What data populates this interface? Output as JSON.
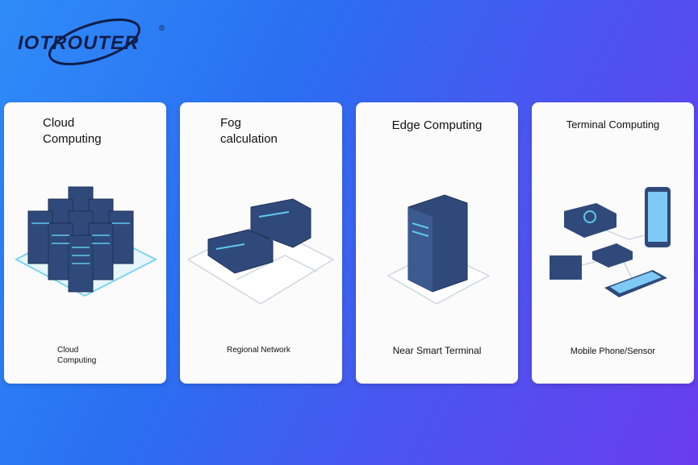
{
  "brand": {
    "logo_text": "IOTROUTER",
    "registered": "®"
  },
  "cards": [
    {
      "title_line1": "Cloud",
      "title_line2": "Computing",
      "sub_line1": "Cloud",
      "sub_line2": "Computing"
    },
    {
      "title_line1": "Fog",
      "title_line2": "calculation",
      "sub_line1": "Regional Network"
    },
    {
      "title_line1": "Edge Computing",
      "sub_line1": "Near Smart Terminal"
    },
    {
      "title_line1": "Terminal Computing",
      "sub_line1": "Mobile Phone/Sensor"
    }
  ],
  "colors": {
    "server": "#2f4a7a",
    "accent": "#5ec8f0",
    "bg_left": "#2f8cf7",
    "bg_right": "#6a3cef"
  }
}
